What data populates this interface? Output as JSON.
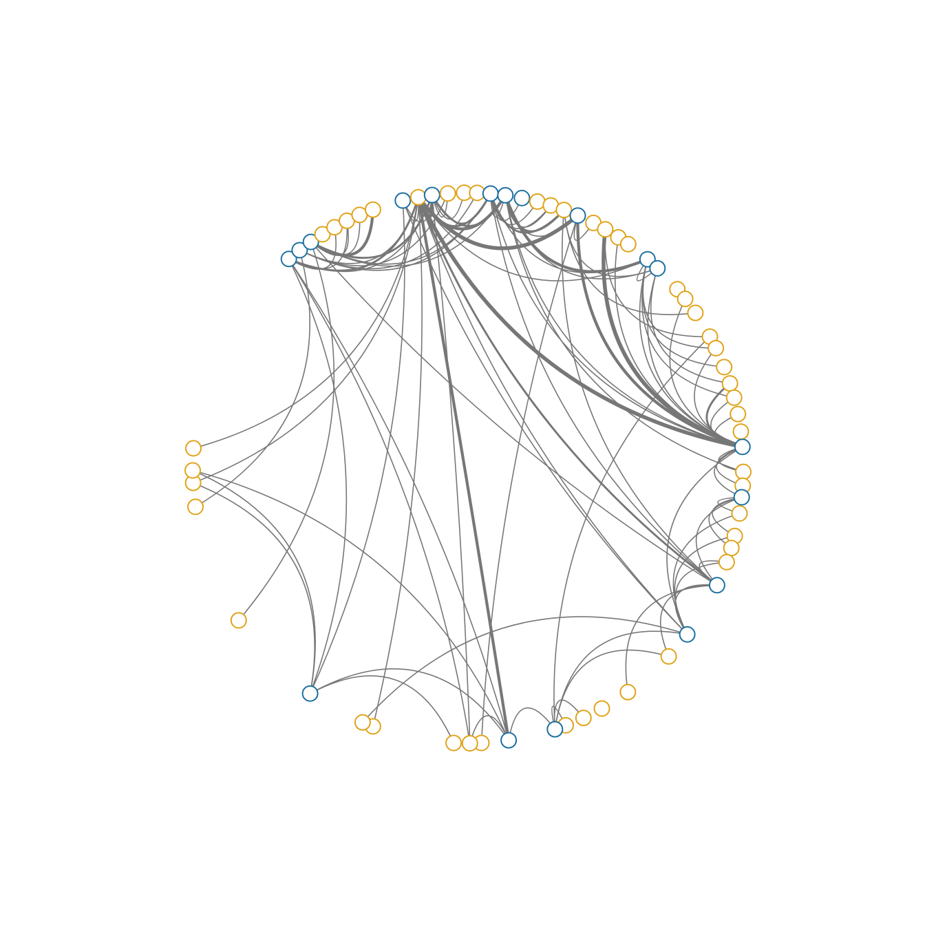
{
  "diagram": {
    "type": "arc-network",
    "background": "#ffffff",
    "edge_color": "#777777",
    "group_colors": {
      "blue": "#1a6fa0",
      "gold": "#e0a31a"
    },
    "nodes": [
      {
        "id": "n1",
        "group": "blue"
      },
      {
        "id": "n2",
        "group": "blue"
      },
      {
        "id": "n3",
        "group": "blue"
      },
      {
        "id": "n4",
        "group": "gold"
      },
      {
        "id": "n5",
        "group": "gold"
      },
      {
        "id": "n6",
        "group": "gold"
      },
      {
        "id": "n7",
        "group": "gold"
      },
      {
        "id": "n8",
        "group": "gold"
      },
      {
        "id": "n9",
        "group": "blue"
      },
      {
        "id": "n10",
        "group": "gold"
      },
      {
        "id": "n11",
        "group": "blue"
      },
      {
        "id": "n12",
        "group": "gold"
      },
      {
        "id": "n13",
        "group": "gold"
      },
      {
        "id": "n14",
        "group": "gold"
      },
      {
        "id": "n15",
        "group": "blue"
      },
      {
        "id": "n16",
        "group": "blue"
      },
      {
        "id": "n17",
        "group": "blue"
      },
      {
        "id": "n18",
        "group": "gold"
      },
      {
        "id": "n19",
        "group": "gold"
      },
      {
        "id": "n20",
        "group": "gold"
      },
      {
        "id": "n21",
        "group": "blue"
      },
      {
        "id": "n22",
        "group": "gold"
      },
      {
        "id": "n23",
        "group": "gold"
      },
      {
        "id": "n24",
        "group": "gold"
      },
      {
        "id": "n25",
        "group": "gold"
      },
      {
        "id": "n26",
        "group": "blue"
      },
      {
        "id": "n27",
        "group": "blue"
      },
      {
        "id": "n28",
        "group": "gold"
      },
      {
        "id": "n29",
        "group": "gold"
      },
      {
        "id": "n30",
        "group": "gold"
      },
      {
        "id": "n31",
        "group": "gold"
      },
      {
        "id": "n32",
        "group": "gold"
      },
      {
        "id": "n33",
        "group": "gold"
      },
      {
        "id": "n34",
        "group": "gold"
      },
      {
        "id": "n35",
        "group": "gold"
      },
      {
        "id": "n36",
        "group": "gold"
      },
      {
        "id": "n37",
        "group": "gold"
      },
      {
        "id": "n38",
        "group": "blue"
      },
      {
        "id": "n39",
        "group": "gold"
      },
      {
        "id": "n40",
        "group": "gold"
      },
      {
        "id": "n41",
        "group": "blue"
      },
      {
        "id": "n42",
        "group": "gold"
      },
      {
        "id": "n43",
        "group": "gold"
      },
      {
        "id": "n44",
        "group": "gold"
      },
      {
        "id": "n45",
        "group": "gold"
      },
      {
        "id": "n46",
        "group": "blue"
      },
      {
        "id": "n47",
        "group": "blue"
      },
      {
        "id": "n48",
        "group": "gold"
      },
      {
        "id": "n49",
        "group": "gold"
      },
      {
        "id": "n50",
        "group": "gold"
      },
      {
        "id": "n51",
        "group": "gold"
      },
      {
        "id": "n52",
        "group": "gold"
      },
      {
        "id": "n53",
        "group": "blue"
      },
      {
        "id": "n54",
        "group": "blue"
      },
      {
        "id": "n55",
        "group": "gold"
      },
      {
        "id": "n56",
        "group": "gold"
      },
      {
        "id": "n57",
        "group": "gold"
      },
      {
        "id": "n58",
        "group": "gold"
      },
      {
        "id": "n59",
        "group": "gold"
      },
      {
        "id": "n60",
        "group": "blue"
      },
      {
        "id": "n61",
        "group": "gold"
      },
      {
        "id": "n62",
        "group": "gold"
      },
      {
        "id": "n63",
        "group": "gold"
      },
      {
        "id": "n64",
        "group": "gold"
      },
      {
        "id": "n65",
        "group": "gold"
      }
    ],
    "edges": [
      {
        "source": "n1",
        "target": "n5",
        "weight": 1
      },
      {
        "source": "n1",
        "target": "n6",
        "weight": 1
      },
      {
        "source": "n1",
        "target": "n10",
        "weight": 2
      },
      {
        "source": "n1",
        "target": "n11",
        "weight": 1
      },
      {
        "source": "n1",
        "target": "n54",
        "weight": 1
      },
      {
        "source": "n1",
        "target": "n56",
        "weight": 1
      },
      {
        "source": "n1",
        "target": "n60",
        "weight": 1
      },
      {
        "source": "n2",
        "target": "n10",
        "weight": 1
      },
      {
        "source": "n2",
        "target": "n12",
        "weight": 1
      },
      {
        "source": "n2",
        "target": "n14",
        "weight": 1
      },
      {
        "source": "n2",
        "target": "n15",
        "weight": 1
      },
      {
        "source": "n2",
        "target": "n62",
        "weight": 1
      },
      {
        "source": "n3",
        "target": "n6",
        "weight": 1
      },
      {
        "source": "n3",
        "target": "n7",
        "weight": 1
      },
      {
        "source": "n3",
        "target": "n8",
        "weight": 3
      },
      {
        "source": "n3",
        "target": "n11",
        "weight": 2
      },
      {
        "source": "n3",
        "target": "n15",
        "weight": 1
      },
      {
        "source": "n3",
        "target": "n16",
        "weight": 1
      },
      {
        "source": "n3",
        "target": "n46",
        "weight": 1
      },
      {
        "source": "n3",
        "target": "n61",
        "weight": 1
      },
      {
        "source": "n9",
        "target": "n10",
        "weight": 1
      },
      {
        "source": "n9",
        "target": "n11",
        "weight": 1
      },
      {
        "source": "n9",
        "target": "n47",
        "weight": 1
      },
      {
        "source": "n9",
        "target": "n60",
        "weight": 1
      },
      {
        "source": "n10",
        "target": "n11",
        "weight": 3
      },
      {
        "source": "n10",
        "target": "n15",
        "weight": 2
      },
      {
        "source": "n10",
        "target": "n16",
        "weight": 3
      },
      {
        "source": "n10",
        "target": "n21",
        "weight": 4
      },
      {
        "source": "n10",
        "target": "n26",
        "weight": 1
      },
      {
        "source": "n10",
        "target": "n38",
        "weight": 4
      },
      {
        "source": "n10",
        "target": "n46",
        "weight": 2
      },
      {
        "source": "n10",
        "target": "n47",
        "weight": 1
      },
      {
        "source": "n10",
        "target": "n54",
        "weight": 3
      },
      {
        "source": "n10",
        "target": "n58",
        "weight": 1
      },
      {
        "source": "n10",
        "target": "n63",
        "weight": 1
      },
      {
        "source": "n10",
        "target": "n65",
        "weight": 1
      },
      {
        "source": "n11",
        "target": "n12",
        "weight": 1
      },
      {
        "source": "n11",
        "target": "n13",
        "weight": 1
      },
      {
        "source": "n11",
        "target": "n15",
        "weight": 1
      },
      {
        "source": "n11",
        "target": "n16",
        "weight": 2
      },
      {
        "source": "n11",
        "target": "n56",
        "weight": 1
      },
      {
        "source": "n15",
        "target": "n16",
        "weight": 1
      },
      {
        "source": "n15",
        "target": "n17",
        "weight": 1
      },
      {
        "source": "n15",
        "target": "n18",
        "weight": 1
      },
      {
        "source": "n15",
        "target": "n19",
        "weight": 1
      },
      {
        "source": "n15",
        "target": "n20",
        "weight": 2
      },
      {
        "source": "n15",
        "target": "n26",
        "weight": 1
      },
      {
        "source": "n15",
        "target": "n38",
        "weight": 1
      },
      {
        "source": "n15",
        "target": "n46",
        "weight": 1
      },
      {
        "source": "n16",
        "target": "n19",
        "weight": 1
      },
      {
        "source": "n16",
        "target": "n20",
        "weight": 2
      },
      {
        "source": "n16",
        "target": "n21",
        "weight": 1
      },
      {
        "source": "n16",
        "target": "n26",
        "weight": 3
      },
      {
        "source": "n16",
        "target": "n27",
        "weight": 1
      },
      {
        "source": "n16",
        "target": "n38",
        "weight": 1
      },
      {
        "source": "n16",
        "target": "n39",
        "weight": 1
      },
      {
        "source": "n20",
        "target": "n27",
        "weight": 1
      },
      {
        "source": "n20",
        "target": "n30",
        "weight": 1
      },
      {
        "source": "n20",
        "target": "n46",
        "weight": 1
      },
      {
        "source": "n21",
        "target": "n22",
        "weight": 1
      },
      {
        "source": "n21",
        "target": "n38",
        "weight": 3
      },
      {
        "source": "n21",
        "target": "n55",
        "weight": 1
      },
      {
        "source": "n23",
        "target": "n31",
        "weight": 1
      },
      {
        "source": "n23",
        "target": "n38",
        "weight": 4
      },
      {
        "source": "n24",
        "target": "n38",
        "weight": 1
      },
      {
        "source": "n26",
        "target": "n27",
        "weight": 1
      },
      {
        "source": "n26",
        "target": "n32",
        "weight": 1
      },
      {
        "source": "n26",
        "target": "n33",
        "weight": 1
      },
      {
        "source": "n26",
        "target": "n35",
        "weight": 1
      },
      {
        "source": "n26",
        "target": "n38",
        "weight": 1
      },
      {
        "source": "n27",
        "target": "n34",
        "weight": 1
      },
      {
        "source": "n27",
        "target": "n38",
        "weight": 1
      },
      {
        "source": "n29",
        "target": "n38",
        "weight": 1
      },
      {
        "source": "n31",
        "target": "n53",
        "weight": 1
      },
      {
        "source": "n32",
        "target": "n38",
        "weight": 1
      },
      {
        "source": "n34",
        "target": "n38",
        "weight": 2
      },
      {
        "source": "n35",
        "target": "n38",
        "weight": 1
      },
      {
        "source": "n36",
        "target": "n38",
        "weight": 1
      },
      {
        "source": "n38",
        "target": "n39",
        "weight": 1
      },
      {
        "source": "n38",
        "target": "n40",
        "weight": 1
      },
      {
        "source": "n38",
        "target": "n41",
        "weight": 1
      },
      {
        "source": "n38",
        "target": "n47",
        "weight": 1
      },
      {
        "source": "n41",
        "target": "n42",
        "weight": 1
      },
      {
        "source": "n41",
        "target": "n43",
        "weight": 1
      },
      {
        "source": "n41",
        "target": "n44",
        "weight": 1
      },
      {
        "source": "n41",
        "target": "n46",
        "weight": 1
      },
      {
        "source": "n42",
        "target": "n47",
        "weight": 1
      },
      {
        "source": "n43",
        "target": "n47",
        "weight": 1
      },
      {
        "source": "n45",
        "target": "n46",
        "weight": 1
      },
      {
        "source": "n45",
        "target": "n47",
        "weight": 1
      },
      {
        "source": "n46",
        "target": "n47",
        "weight": 1
      },
      {
        "source": "n46",
        "target": "n48",
        "weight": 1
      },
      {
        "source": "n46",
        "target": "n49",
        "weight": 1
      },
      {
        "source": "n47",
        "target": "n53",
        "weight": 1
      },
      {
        "source": "n47",
        "target": "n59",
        "weight": 1
      },
      {
        "source": "n48",
        "target": "n53",
        "weight": 1
      },
      {
        "source": "n51",
        "target": "n53",
        "weight": 1
      },
      {
        "source": "n52",
        "target": "n53",
        "weight": 1
      },
      {
        "source": "n53",
        "target": "n54",
        "weight": 1
      },
      {
        "source": "n54",
        "target": "n56",
        "weight": 1
      },
      {
        "source": "n54",
        "target": "n60",
        "weight": 1
      },
      {
        "source": "n54",
        "target": "n64",
        "weight": 1
      },
      {
        "source": "n57",
        "target": "n60",
        "weight": 1
      },
      {
        "source": "n60",
        "target": "n63",
        "weight": 1
      },
      {
        "source": "n60",
        "target": "n64",
        "weight": 1
      }
    ]
  }
}
